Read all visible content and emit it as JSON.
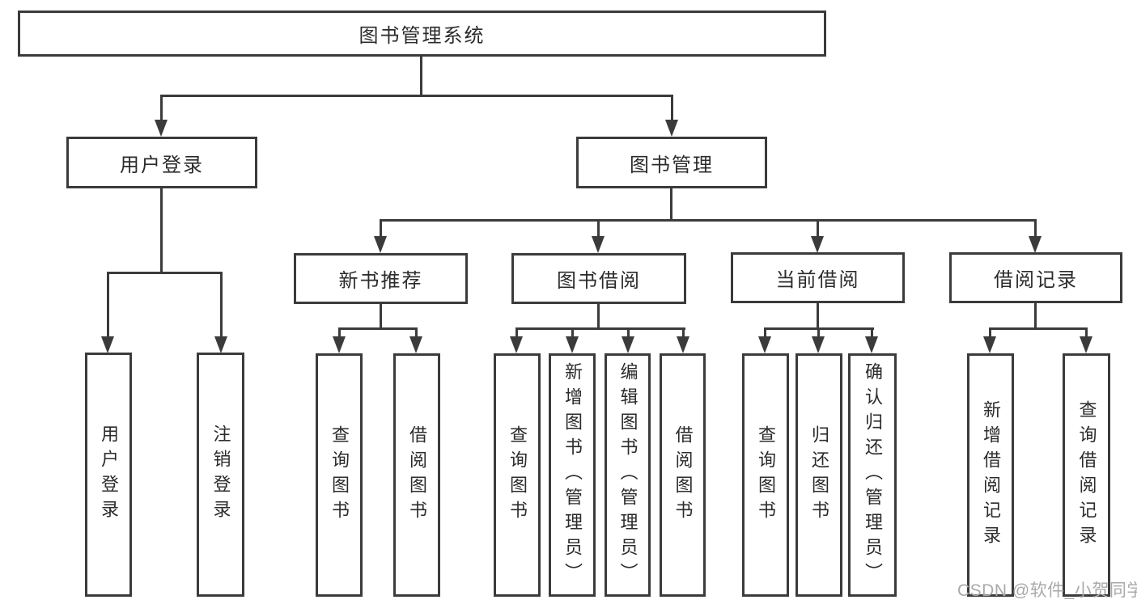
{
  "tree": {
    "root": {
      "label": "图书管理系统"
    },
    "branches": [
      {
        "label": "用户登录",
        "children": [
          {
            "label": "用户登录"
          },
          {
            "label": "注销登录"
          }
        ]
      },
      {
        "label": "图书管理",
        "children": [
          {
            "label": "新书推荐",
            "children": [
              {
                "label": "查询图书"
              },
              {
                "label": "借阅图书"
              }
            ]
          },
          {
            "label": "图书借阅",
            "children": [
              {
                "label": "查询图书"
              },
              {
                "label": "新增图书（管理员）"
              },
              {
                "label": "编辑图书（管理员）"
              },
              {
                "label": "借阅图书"
              }
            ]
          },
          {
            "label": "当前借阅",
            "children": [
              {
                "label": "查询图书"
              },
              {
                "label": "归还图书"
              },
              {
                "label": "确认归还（管理员）"
              }
            ]
          },
          {
            "label": "借阅记录",
            "children": [
              {
                "label": "新增借阅记录"
              },
              {
                "label": "查询借阅记录"
              }
            ]
          }
        ]
      }
    ]
  },
  "watermark": {
    "text": "CSDN @软件_小贺同学",
    "color": "#a9a9a9"
  },
  "colors": {
    "line": "#3b3b3b",
    "box_border": "#3b3b3b",
    "box_background": "#ffffff",
    "text": "#2b2b2b",
    "page_background": "#ffffff"
  }
}
